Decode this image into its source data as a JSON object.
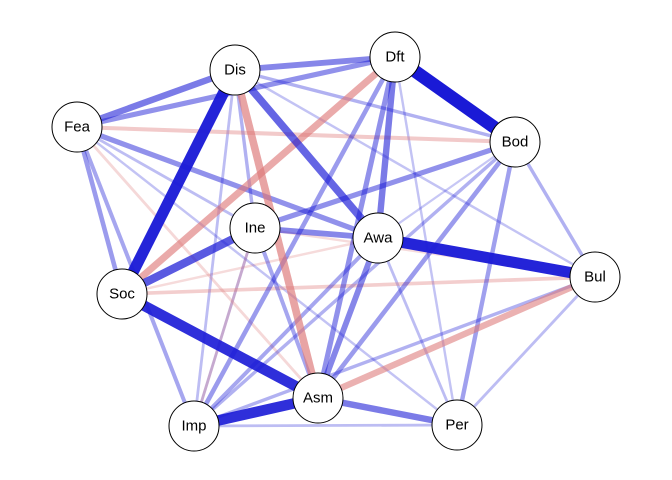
{
  "nodes": [
    {
      "id": "Dis",
      "label": "Dis"
    },
    {
      "id": "Dft",
      "label": "Dft"
    },
    {
      "id": "Fea",
      "label": "Fea"
    },
    {
      "id": "Bod",
      "label": "Bod"
    },
    {
      "id": "Ine",
      "label": "Ine"
    },
    {
      "id": "Awa",
      "label": "Awa"
    },
    {
      "id": "Bul",
      "label": "Bul"
    },
    {
      "id": "Soc",
      "label": "Soc"
    },
    {
      "id": "Asm",
      "label": "Asm"
    },
    {
      "id": "Imp",
      "label": "Imp"
    },
    {
      "id": "Per",
      "label": "Per"
    }
  ],
  "edges": [
    {
      "from": "Dft",
      "to": "Bod",
      "weight": 1.0
    },
    {
      "from": "Dis",
      "to": "Soc",
      "weight": 0.85
    },
    {
      "from": "Awa",
      "to": "Bul",
      "weight": 0.85
    },
    {
      "from": "Soc",
      "to": "Asm",
      "weight": 0.8
    },
    {
      "from": "Imp",
      "to": "Asm",
      "weight": 0.8
    },
    {
      "from": "Soc",
      "to": "Ine",
      "weight": 0.6
    },
    {
      "from": "Dis",
      "to": "Awa",
      "weight": 0.55
    },
    {
      "from": "Dis",
      "to": "Asm",
      "weight": -0.55
    },
    {
      "from": "Soc",
      "to": "Dft",
      "weight": -0.5
    },
    {
      "from": "Asm",
      "to": "Bul",
      "weight": -0.45
    },
    {
      "from": "Fea",
      "to": "Dis",
      "weight": 0.45
    },
    {
      "from": "Dis",
      "to": "Dft",
      "weight": 0.4
    },
    {
      "from": "Dft",
      "to": "Awa",
      "weight": 0.45
    },
    {
      "from": "Asm",
      "to": "Per",
      "weight": 0.45
    },
    {
      "from": "Asm",
      "to": "Awa",
      "weight": 0.4
    },
    {
      "from": "Ine",
      "to": "Awa",
      "weight": 0.4
    },
    {
      "from": "Fea",
      "to": "Dft",
      "weight": 0.35
    },
    {
      "from": "Fea",
      "to": "Awa",
      "weight": 0.35
    },
    {
      "from": "Ine",
      "to": "Bod",
      "weight": 0.35
    },
    {
      "from": "Asm",
      "to": "Dft",
      "weight": 0.35
    },
    {
      "from": "Fea",
      "to": "Soc",
      "weight": 0.3
    },
    {
      "from": "Fea",
      "to": "Bod",
      "weight": -0.25
    },
    {
      "from": "Soc",
      "to": "Bul",
      "weight": -0.22
    },
    {
      "from": "Asm",
      "to": "Bod",
      "weight": 0.3
    },
    {
      "from": "Bod",
      "to": "Per",
      "weight": 0.28
    },
    {
      "from": "Bod",
      "to": "Bul",
      "weight": 0.2
    },
    {
      "from": "Imp",
      "to": "Dft",
      "weight": 0.3
    },
    {
      "from": "Imp",
      "to": "Awa",
      "weight": 0.25
    },
    {
      "from": "Ine",
      "to": "Asm",
      "weight": 0.25
    },
    {
      "from": "Fea",
      "to": "Imp",
      "weight": 0.25
    },
    {
      "from": "Dis",
      "to": "Bod",
      "weight": 0.2
    },
    {
      "from": "Dis",
      "to": "Ine",
      "weight": 0.2
    },
    {
      "from": "Fea",
      "to": "Ine",
      "weight": 0.15
    },
    {
      "from": "Imp",
      "to": "Per",
      "weight": 0.15
    },
    {
      "from": "Imp",
      "to": "Bul",
      "weight": 0.2
    },
    {
      "from": "Imp",
      "to": "Bod",
      "weight": 0.2
    },
    {
      "from": "Imp",
      "to": "Dis",
      "weight": 0.15
    },
    {
      "from": "Imp",
      "to": "Ine",
      "weight": 0.15
    },
    {
      "from": "Per",
      "to": "Bul",
      "weight": 0.15
    },
    {
      "from": "Per",
      "to": "Awa",
      "weight": 0.15
    },
    {
      "from": "Per",
      "to": "Dft",
      "weight": 0.12
    },
    {
      "from": "Bul",
      "to": "Dis",
      "weight": 0.12
    },
    {
      "from": "Asm",
      "to": "Fea",
      "weight": -0.15
    },
    {
      "from": "Soc",
      "to": "Awa",
      "weight": -0.12
    },
    {
      "from": "Ine",
      "to": "Bul",
      "weight": -0.12
    },
    {
      "from": "Ine",
      "to": "Imp",
      "weight": -0.15
    },
    {
      "from": "Fea",
      "to": "Per",
      "weight": 0.12
    },
    {
      "from": "Awa",
      "to": "Bod",
      "weight": 0.1
    }
  ],
  "colors": {
    "positive": "#1a1ad6",
    "negative": "#dd7777",
    "node_fill": "#ffffff",
    "node_stroke": "#000000"
  }
}
